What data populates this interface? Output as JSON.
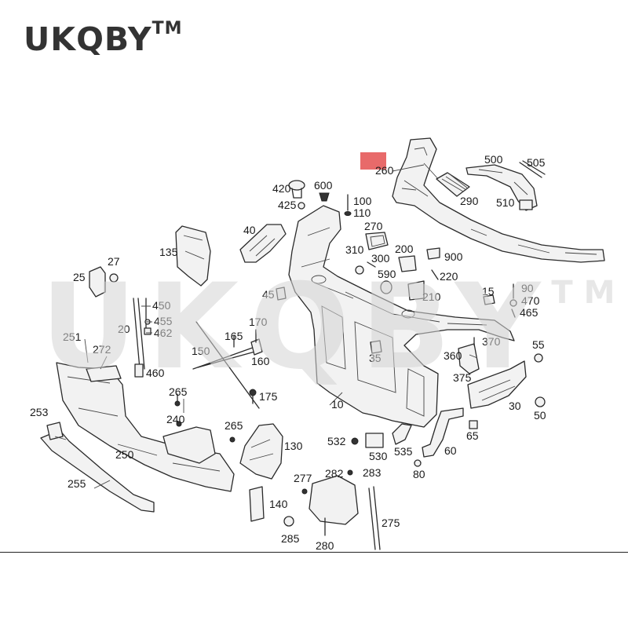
{
  "brand": {
    "name": "UKQBY",
    "trademark": "TM"
  },
  "watermark": {
    "text": "UKQBY",
    "trademark": "TM"
  },
  "colors": {
    "marker": "#e86a6a",
    "watermark": "#d4d4d4",
    "line": "#2a2a2a"
  },
  "labels": {
    "l260": "260",
    "l500": "500",
    "l505": "505",
    "l290": "290",
    "l510": "510",
    "l420": "420",
    "l600": "600",
    "l100": "100",
    "l110": "110",
    "l425": "425",
    "l270": "270",
    "l40": "40",
    "l135": "135",
    "l310": "310",
    "l300": "300",
    "l200": "200",
    "l900": "900",
    "l590": "590",
    "l220": "220",
    "l210": "210",
    "l27": "27",
    "l25": "25",
    "l45": "45",
    "l15": "15",
    "l90": "90",
    "l470": "470",
    "l465": "465",
    "l450": "450",
    "l455": "455",
    "l462": "462",
    "l20": "20",
    "l170": "170",
    "l251": "251",
    "l272": "272",
    "l165": "165",
    "l150": "150",
    "l160": "160",
    "l370": "370",
    "l55": "55",
    "l35": "35",
    "l360": "360",
    "l375": "375",
    "l460": "460",
    "l175": "175",
    "l265a": "265",
    "l253": "253",
    "l240": "240",
    "l265b": "265",
    "l30": "30",
    "l50": "50",
    "l10": "10",
    "l130": "130",
    "l250": "250",
    "l65": "65",
    "l532": "532",
    "l530": "530",
    "l535": "535",
    "l60": "60",
    "l80": "80",
    "l277": "277",
    "l282": "282",
    "l283": "283",
    "l255": "255",
    "l140": "140",
    "l275": "275",
    "l285": "285",
    "l280": "280"
  }
}
